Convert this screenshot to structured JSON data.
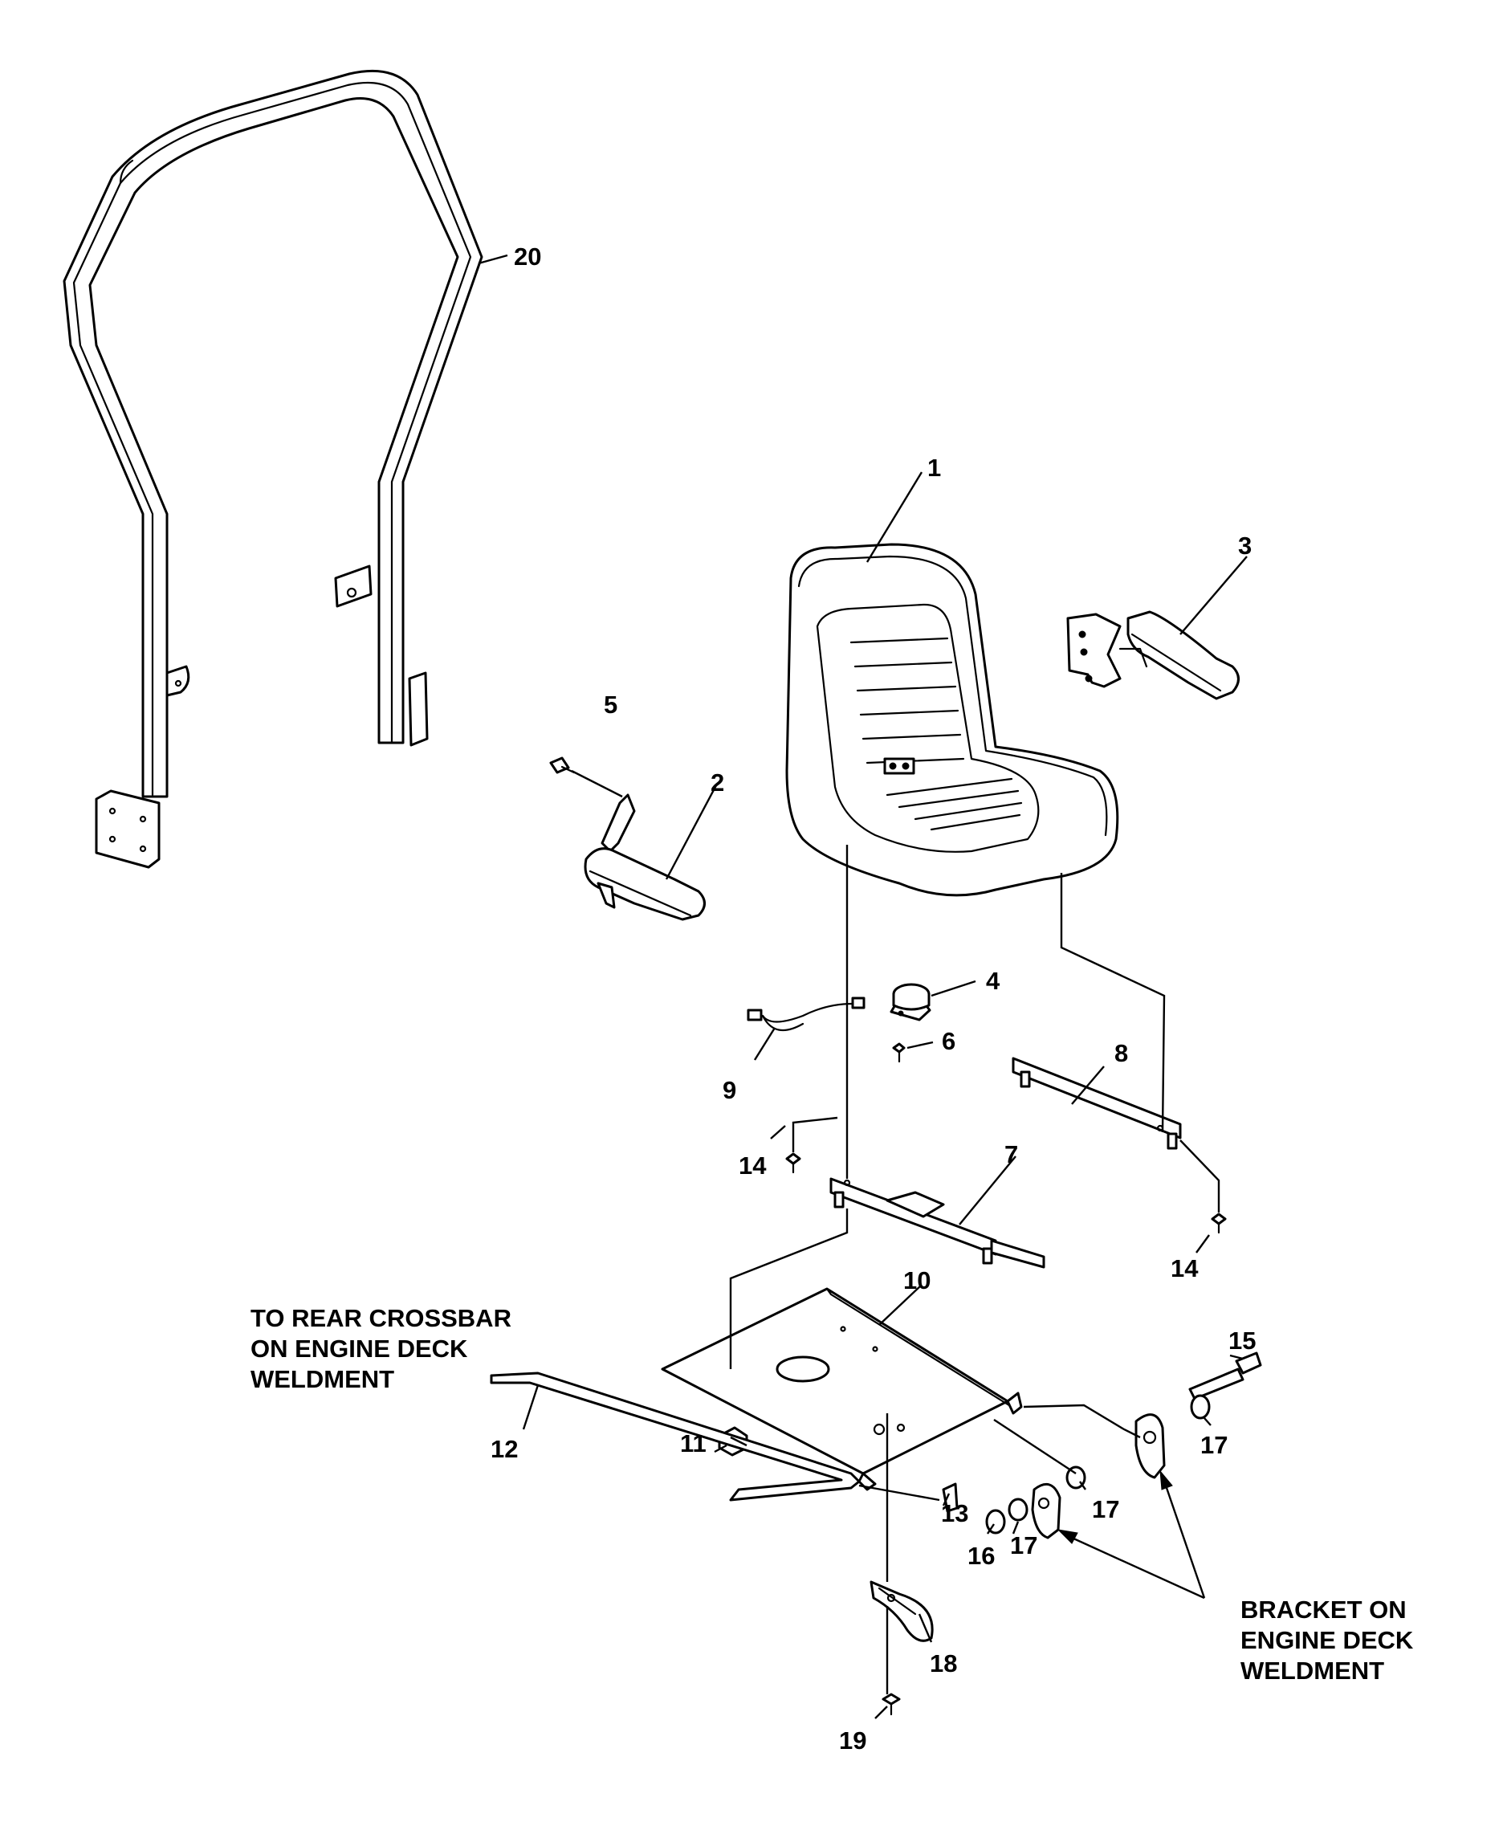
{
  "callouts": {
    "c1": "1",
    "c2": "2",
    "c3": "3",
    "c4": "4",
    "c5": "5",
    "c6": "6",
    "c7": "7",
    "c8": "8",
    "c9": "9",
    "c10": "10",
    "c11": "11",
    "c12": "12",
    "c13": "13",
    "c14a": "14",
    "c14b": "14",
    "c15": "15",
    "c16": "16",
    "c17a": "17",
    "c17b": "17",
    "c17c": "17",
    "c18": "18",
    "c19": "19",
    "c20": "20"
  },
  "notes": {
    "rear_crossbar": [
      "TO REAR CROSSBAR",
      "ON ENGINE DECK",
      "WELDMENT"
    ],
    "bracket": [
      "BRACKET ON",
      "ENGINE DECK",
      "WELDMENT"
    ]
  },
  "colors": {
    "line": "#000000",
    "background": "#ffffff"
  }
}
